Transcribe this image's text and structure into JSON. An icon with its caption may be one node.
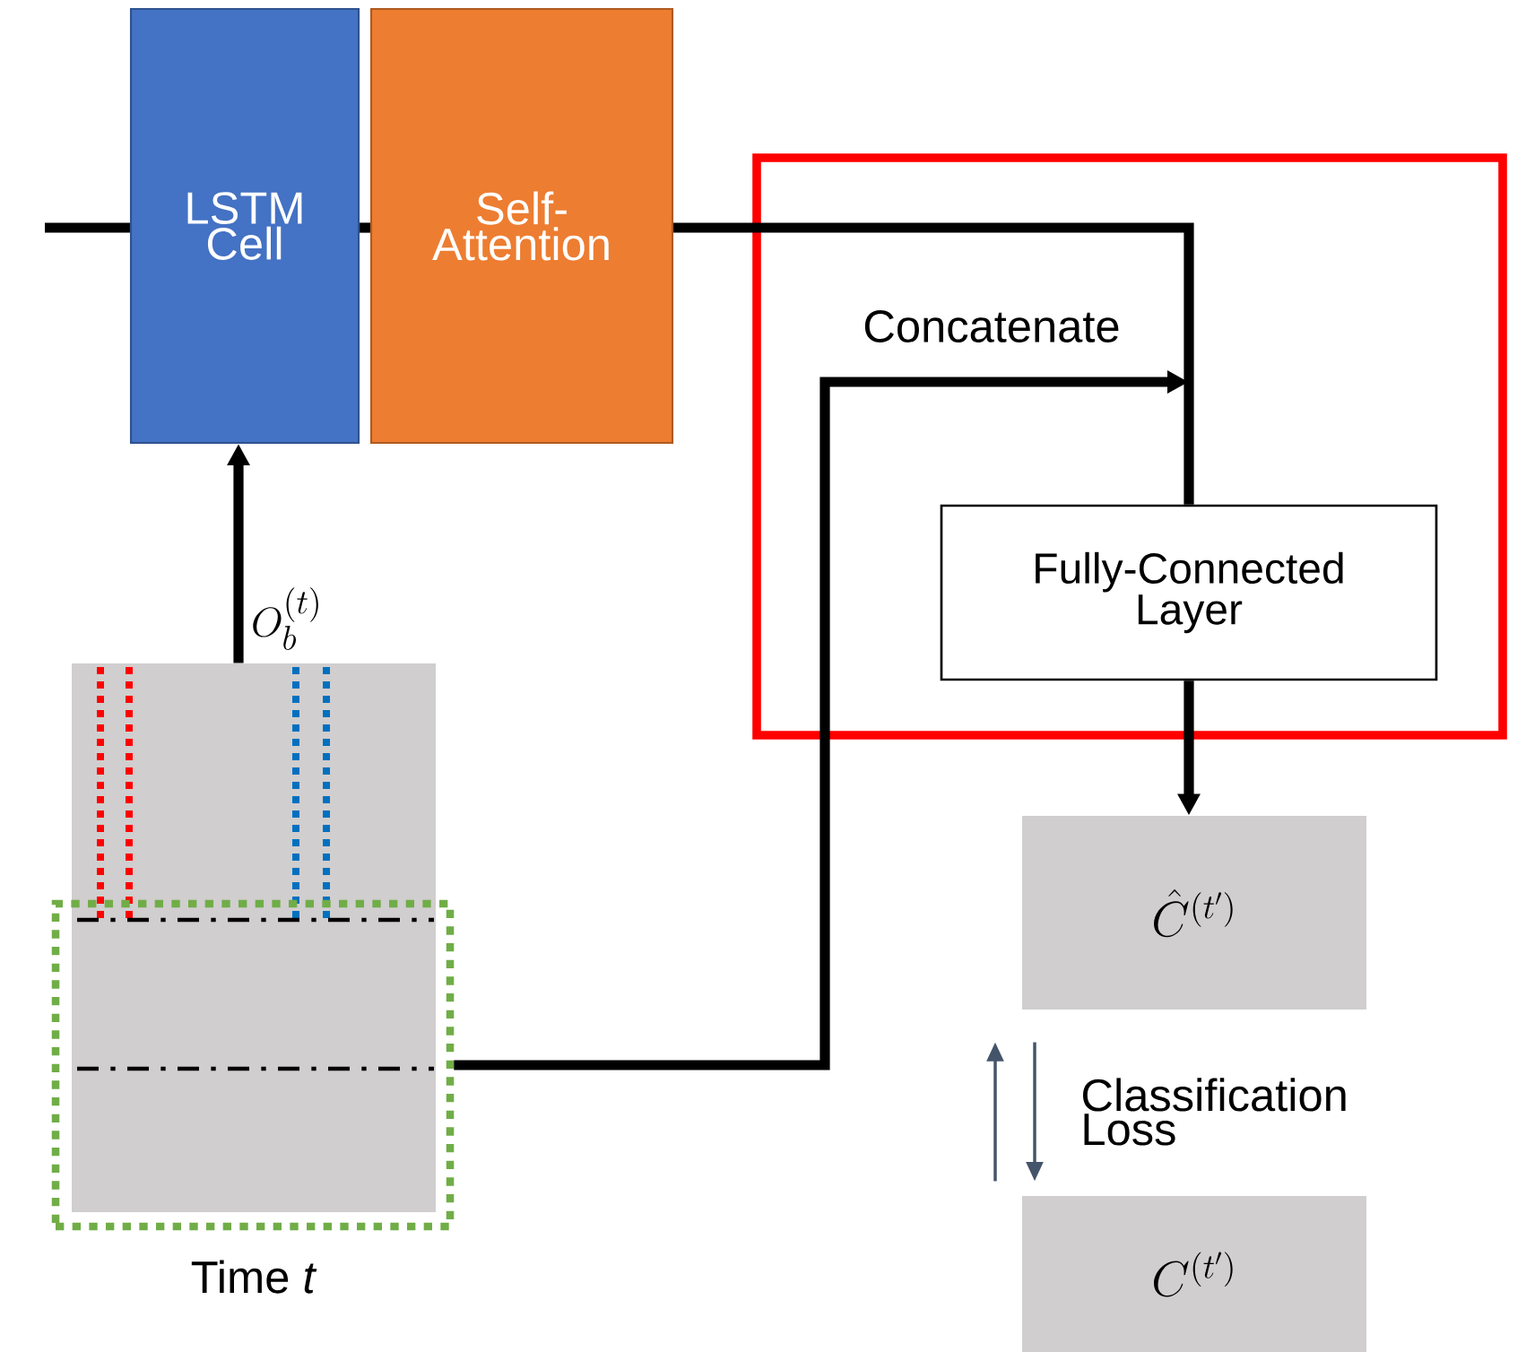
{
  "diagram": {
    "nodes": [
      {
        "text": [
          "LSTM Cell"
        ]
      },
      {
        "text": [
          "Self-Attention"
        ]
      },
      {
        "text": [],
        "shape": "box"
      },
      {
        "text": [
          "Fully-Connected Layer"
        ],
        "in": 2
      },
      {
        "text": [],
        "shape": "box",
        "beside": [
          "Time *t*"
        ]
      },
      {
        "text": [],
        "shape": "box"
      },
      {
        "text": [
          "\\hat{C}^{(t')}"
        ]
      },
      {
        "text": [
          "C^{(t')}"
        ]
      }
    ],
    "edges": [
      {
        "from": null,
        "to": 0,
        "arrow": "none"
      },
      {
        "from": 0,
        "to": 1,
        "arrow": "none"
      },
      {
        "from": 1,
        "to": 3,
        "arrow": "none"
      },
      {
        "from": 5,
        "to": 3,
        "arrow": "to",
        "label": "Concatenate"
      },
      {
        "from": 3,
        "to": 6,
        "arrow": "to"
      },
      {
        "from": 4,
        "to": 0,
        "arrow": "to",
        "label": "O_b^{(t)}"
      },
      {
        "from": 7,
        "to": 6,
        "arrow": "to",
        "color": "#44546a"
      },
      {
        "from": 6,
        "to": 7,
        "arrow": "to",
        "color": "#44546a",
        "label": "Classification Loss"
      }
    ]
  }
}
